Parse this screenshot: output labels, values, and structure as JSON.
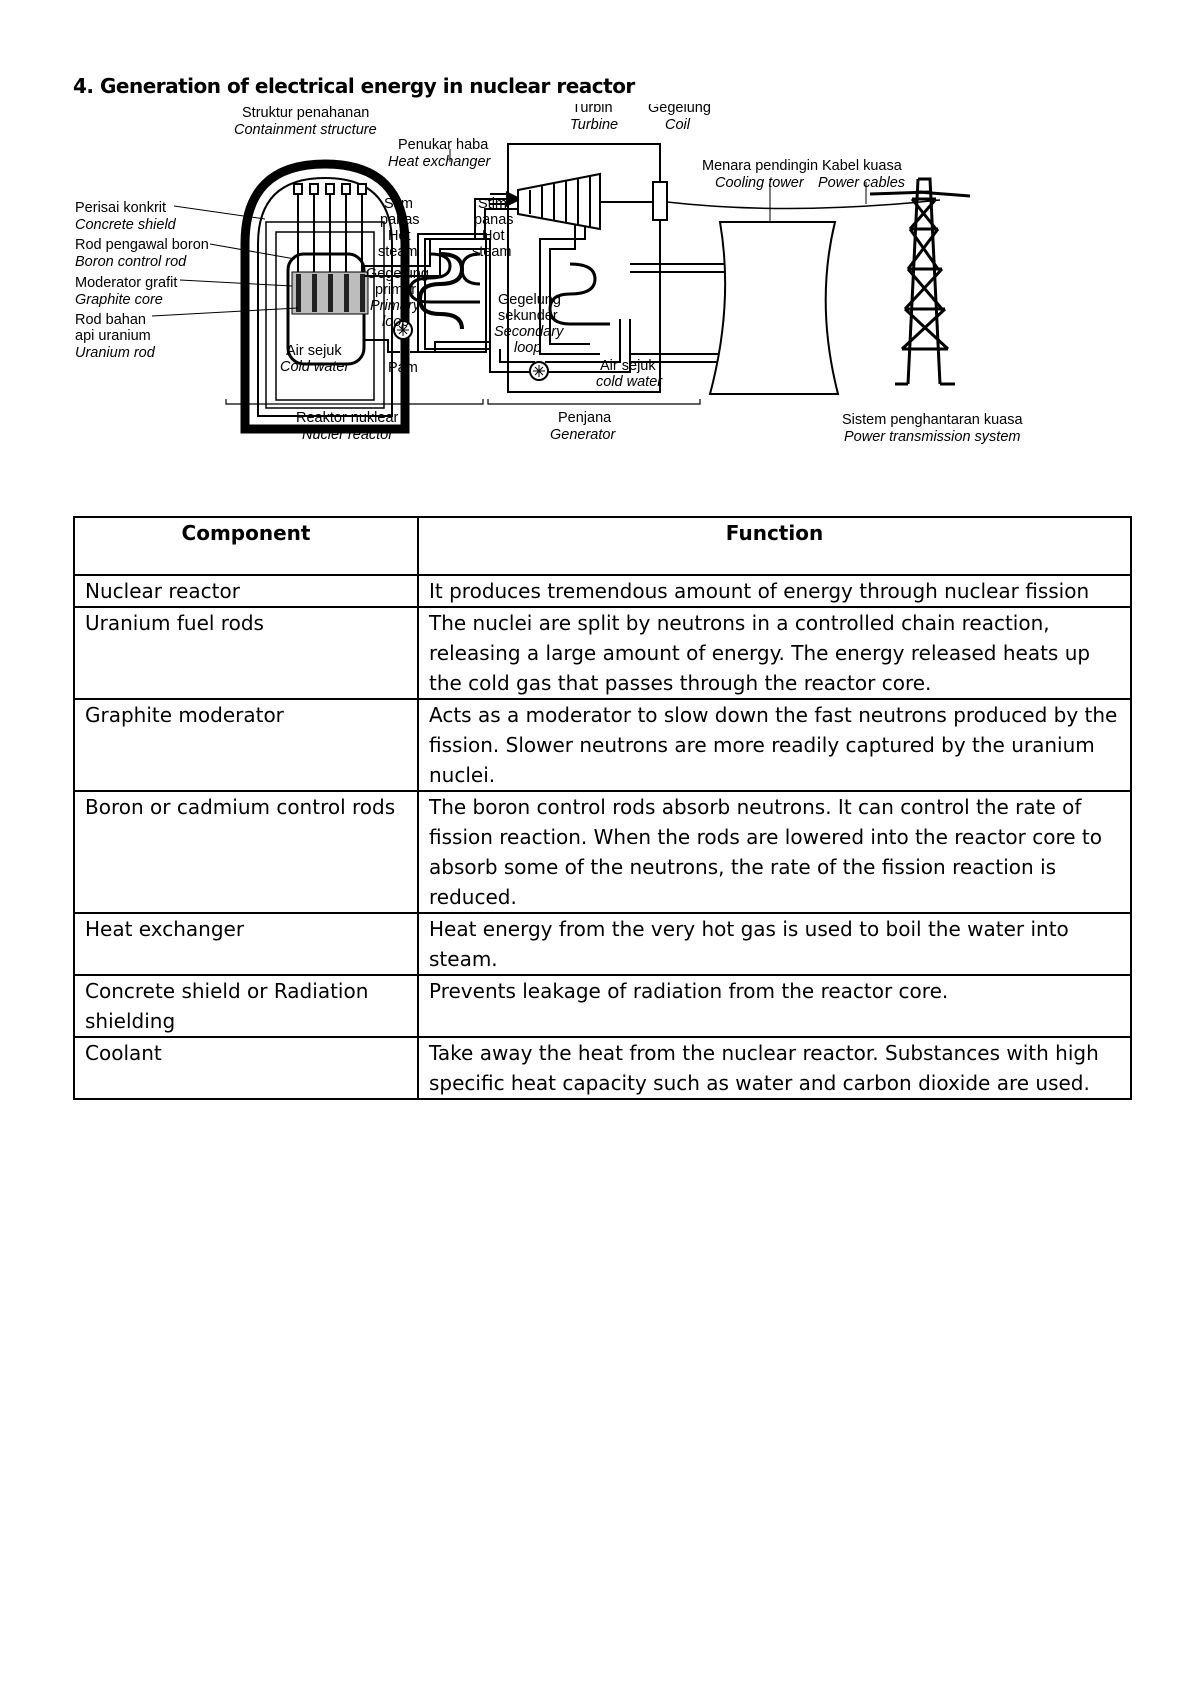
{
  "heading": "4. Generation of electrical energy in nuclear reactor",
  "diagram": {
    "labels": {
      "containment_ms": "Struktur penahanan",
      "containment_en": "Containment structure",
      "heat_exchanger_ms": "Penukar haba",
      "heat_exchanger_en": "Heat exchanger",
      "turbine_ms": "Turbin",
      "turbine_en": "Turbine",
      "coil_ms": "Gegelung",
      "coil_en": "Coil",
      "cooling_tower_ms": "Menara pendingin",
      "cooling_tower_en": "Cooling tower",
      "power_cables_ms": "Kabel kuasa",
      "power_cables_en": "Power cables",
      "concrete_shield_ms": "Perisai konkrit",
      "concrete_shield_en": "Concrete shield",
      "control_rod_ms": "Rod pengawal boron",
      "control_rod_en": "Boron control rod",
      "graphite_ms": "Moderator grafit",
      "graphite_en": "Graphite core",
      "uranium_ms_1": "Rod bahan",
      "uranium_ms_2": "api uranium",
      "uranium_en": "Uranium rod",
      "hot_steam_a_1": "Stim",
      "hot_steam_a_2": "panas",
      "hot_steam_a_3": "Hot",
      "hot_steam_a_4": "steam",
      "hot_steam_b_1": "Stim",
      "hot_steam_b_2": "panas",
      "hot_steam_b_3": "Hot",
      "hot_steam_b_4": "steam",
      "primary_1": "Gegelung",
      "primary_2": "primer",
      "primary_3": "Primary",
      "primary_4": "loop",
      "secondary_1": "Gegelung",
      "secondary_2": "sekunder",
      "secondary_3": "Secondary",
      "secondary_4": "loop",
      "cold_water_a_ms": "Air sejuk",
      "cold_water_a_en": "Cold water",
      "pump": "Pam",
      "cold_water_b_ms": "Air sejuk",
      "cold_water_b_en": "cold water",
      "reactor_ms": "Reaktor nuklear",
      "reactor_en": "Nucler reactor",
      "generator_ms": "Penjana",
      "generator_en": "Generator",
      "transmission_ms": "Sistem penghantaran kuasa",
      "transmission_en": "Power transmission system"
    }
  },
  "table": {
    "headers": [
      "Component",
      "Function"
    ],
    "rows": [
      {
        "component": "Nuclear reactor",
        "function": "It produces tremendous amount of energy through nuclear fission"
      },
      {
        "component": "Uranium fuel rods",
        "function": "The nuclei are split by neutrons in a controlled chain reaction, releasing a large amount of energy. The energy released heats up the cold gas that passes through the reactor core."
      },
      {
        "component": "Graphite moderator",
        "function": "Acts as a moderator to slow down the fast neutrons produced by the fission. Slower neutrons are more readily captured by the uranium nuclei."
      },
      {
        "component": "Boron or cadmium control rods",
        "function": "The boron control rods absorb neutrons. It can control the rate of fission reaction. When the rods are lowered into the reactor core to absorb some of the neutrons, the rate of the fission reaction is reduced."
      },
      {
        "component": "Heat exchanger",
        "function": "Heat energy from the very hot gas is used to boil the water into steam."
      },
      {
        "component": "Concrete shield or Radiation shielding",
        "function": "Prevents leakage of radiation from the reactor core."
      },
      {
        "component": "Coolant",
        "function": "Take away the heat from the nuclear reactor. Substances with high specific heat capacity such as water and carbon dioxide are used."
      }
    ]
  }
}
